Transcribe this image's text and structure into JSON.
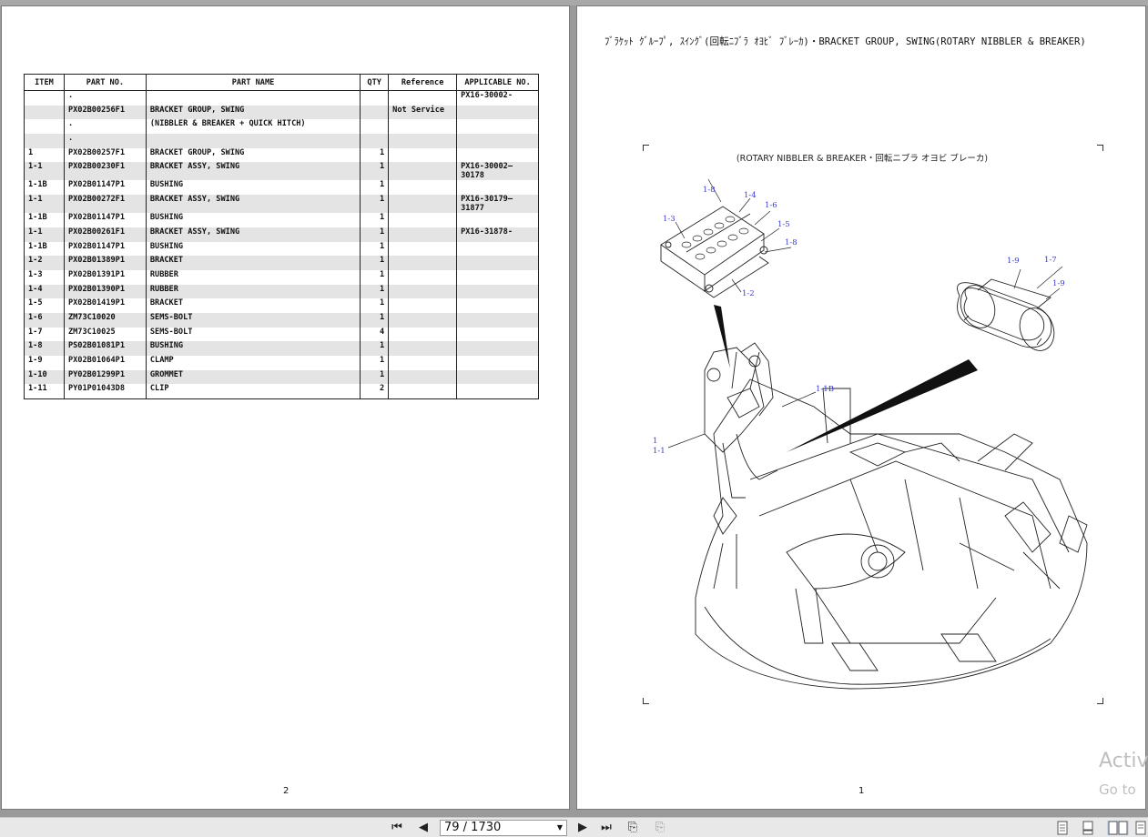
{
  "left_page": {
    "table": {
      "headers": [
        "ITEM",
        "PART NO.",
        "PART NAME",
        "QTY",
        "Reference",
        "APPLICABLE NO."
      ],
      "rows": [
        [
          "",
          ".",
          "",
          "",
          "",
          "PX16-30002-"
        ],
        [
          "",
          "PX02B00256F1",
          "BRACKET GROUP, SWING",
          "",
          "Not Service",
          ""
        ],
        [
          "",
          ".",
          "(NIBBLER & BREAKER + QUICK HITCH)",
          "",
          "",
          ""
        ],
        [
          "",
          ".",
          "",
          "",
          "",
          ""
        ],
        [
          "1",
          "PX02B00257F1",
          "BRACKET GROUP, SWING",
          "1",
          "",
          ""
        ],
        [
          "1-1",
          "PX02B00230F1",
          "BRACKET ASSY, SWING",
          "1",
          "",
          "PX16-30002—\n30178"
        ],
        [
          "1-1B",
          "PX02B01147P1",
          "BUSHING",
          "1",
          "",
          ""
        ],
        [
          "1-1",
          "PX02B00272F1",
          "BRACKET ASSY, SWING",
          "1",
          "",
          "PX16-30179—\n31877"
        ],
        [
          "1-1B",
          "PX02B01147P1",
          "BUSHING",
          "1",
          "",
          ""
        ],
        [
          "1-1",
          "PX02B00261F1",
          "BRACKET ASSY, SWING",
          "1",
          "",
          "PX16-31878-"
        ],
        [
          "1-1B",
          "PX02B01147P1",
          "BUSHING",
          "1",
          "",
          ""
        ],
        [
          "1-2",
          "PX02B01389P1",
          "BRACKET",
          "1",
          "",
          ""
        ],
        [
          "1-3",
          "PX02B01391P1",
          "RUBBER",
          "1",
          "",
          ""
        ],
        [
          "1-4",
          "PX02B01390P1",
          "RUBBER",
          "1",
          "",
          ""
        ],
        [
          "1-5",
          "PX02B01419P1",
          "BRACKET",
          "1",
          "",
          ""
        ],
        [
          "1-6",
          "ZM73C10020",
          "SEMS-BOLT",
          "1",
          "",
          ""
        ],
        [
          "1-7",
          "ZM73C10025",
          "SEMS-BOLT",
          "4",
          "",
          ""
        ],
        [
          "1-8",
          "PS02B01081P1",
          "BUSHING",
          "1",
          "",
          ""
        ],
        [
          "1-9",
          "PX02B01064P1",
          "CLAMP",
          "1",
          "",
          ""
        ],
        [
          "1-10",
          "PY02B01299P1",
          "GROMMET",
          "1",
          "",
          ""
        ],
        [
          "1-11",
          "PY01P01043D8",
          "CLIP",
          "2",
          "",
          ""
        ]
      ]
    },
    "page_number": "2"
  },
  "right_page": {
    "title": "ﾌﾞﾗｹｯﾄ ｸﾞﾙｰﾌﾟ, ｽｲﾝｸﾞ(回転ﾆﾌﾞﾗ ｵﾖﾋﾞ ﾌﾞﾚｰｶ)・BRACKET GROUP, SWING(ROTARY NIBBLER & BREAKER)",
    "subtitle": "(ROTARY NIBBLER & BREAKER・回転ニブラ オヨビ ブレーカ)",
    "callouts": {
      "c18a": "1-8",
      "c14": "1-4",
      "c16": "1-6",
      "c13": "1-3",
      "c15": "1-5",
      "c18b": "1-8",
      "c12": "1-2",
      "c19a": "1-9",
      "c17": "1-7",
      "c19b": "1-9",
      "c11b": "1-1B",
      "c1": "1",
      "c11": "1-1"
    },
    "page_number": "1",
    "watermark_line1": "Activ",
    "watermark_line2": "Go to"
  },
  "toolbar": {
    "page_indicator": "79 / 1730",
    "icons": [
      "first-page-icon",
      "prev-page-icon",
      "next-page-icon",
      "last-page-icon",
      "go-back-icon",
      "go-forward-icon",
      "single-page-view-icon",
      "continuous-view-icon",
      "facing-view-icon",
      "continuous-facing-view-icon"
    ]
  }
}
